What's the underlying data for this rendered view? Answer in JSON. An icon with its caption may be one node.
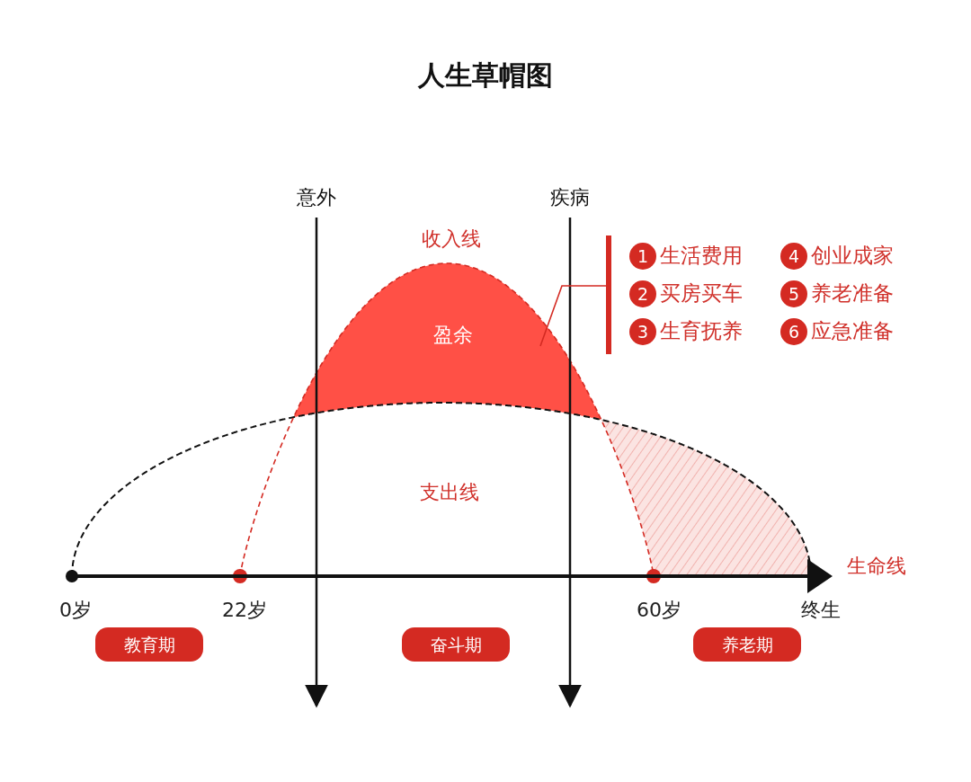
{
  "diagram": {
    "title": "人生草帽图",
    "nodes": [
      {
        "text": [
          "意外"
        ]
      },
      {
        "text": [
          "疾病"
        ]
      },
      {
        "text": [
          "盈余"
        ]
      },
      {
        "text": [
          "1",
          "生活费用",
          "4",
          "创业成家",
          "2",
          "买房买车",
          "5",
          "养老准备",
          "3",
          "生育抚养",
          "6",
          "应急准备"
        ]
      },
      {
        "text": [
          "教育期"
        ]
      },
      {
        "text": [
          "奋斗期"
        ]
      },
      {
        "text": [
          "养老期"
        ]
      }
    ],
    "edges": [
      {
        "from": 0,
        "to": null,
        "arrow": "to"
      },
      {
        "from": 1,
        "to": null,
        "arrow": "to"
      },
      {
        "from": 3,
        "to": 2,
        "arrow": "none",
        "color": "#d42a22"
      }
    ],
    "labels": [
      "收入线",
      "支出线",
      "生命线",
      "0岁",
      "22岁",
      "60岁",
      "终生"
    ]
  }
}
